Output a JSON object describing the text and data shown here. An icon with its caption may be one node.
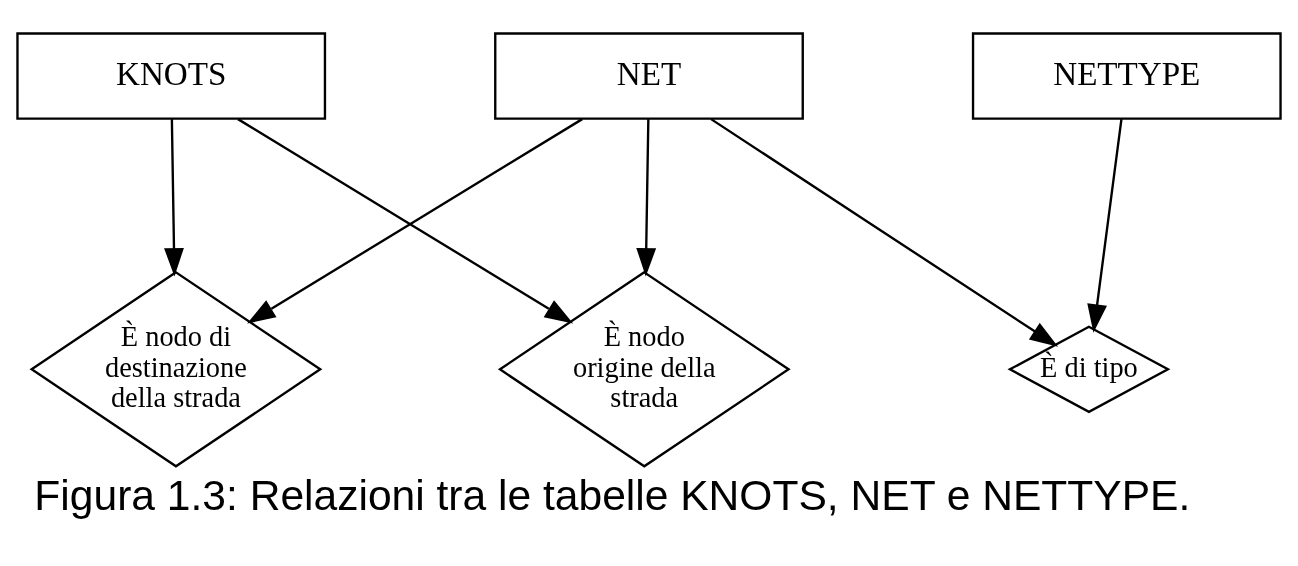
{
  "diagram": {
    "caption": "Figura 1.3: Relazioni tra le tabelle KNOTS, NET e NETTYPE.",
    "nodes": [
      {
        "text": [
          "KNOTS"
        ]
      },
      {
        "text": [
          "È nodo origine della strada"
        ]
      },
      {
        "text": [
          "NET"
        ]
      },
      {
        "text": [
          "È nodo di destinazione della strada"
        ]
      },
      {
        "text": [
          "È di tipo"
        ]
      },
      {
        "text": [
          "NETTYPE"
        ]
      }
    ],
    "edges": [
      {
        "from": 0,
        "to": 1,
        "arrow": "to"
      },
      {
        "from": 2,
        "to": 1,
        "arrow": "to"
      },
      {
        "from": 0,
        "to": 3,
        "arrow": "to"
      },
      {
        "from": 2,
        "to": 3,
        "arrow": "to"
      },
      {
        "from": 2,
        "to": 4,
        "arrow": "to"
      },
      {
        "from": 5,
        "to": 4,
        "arrow": "to"
      }
    ]
  }
}
